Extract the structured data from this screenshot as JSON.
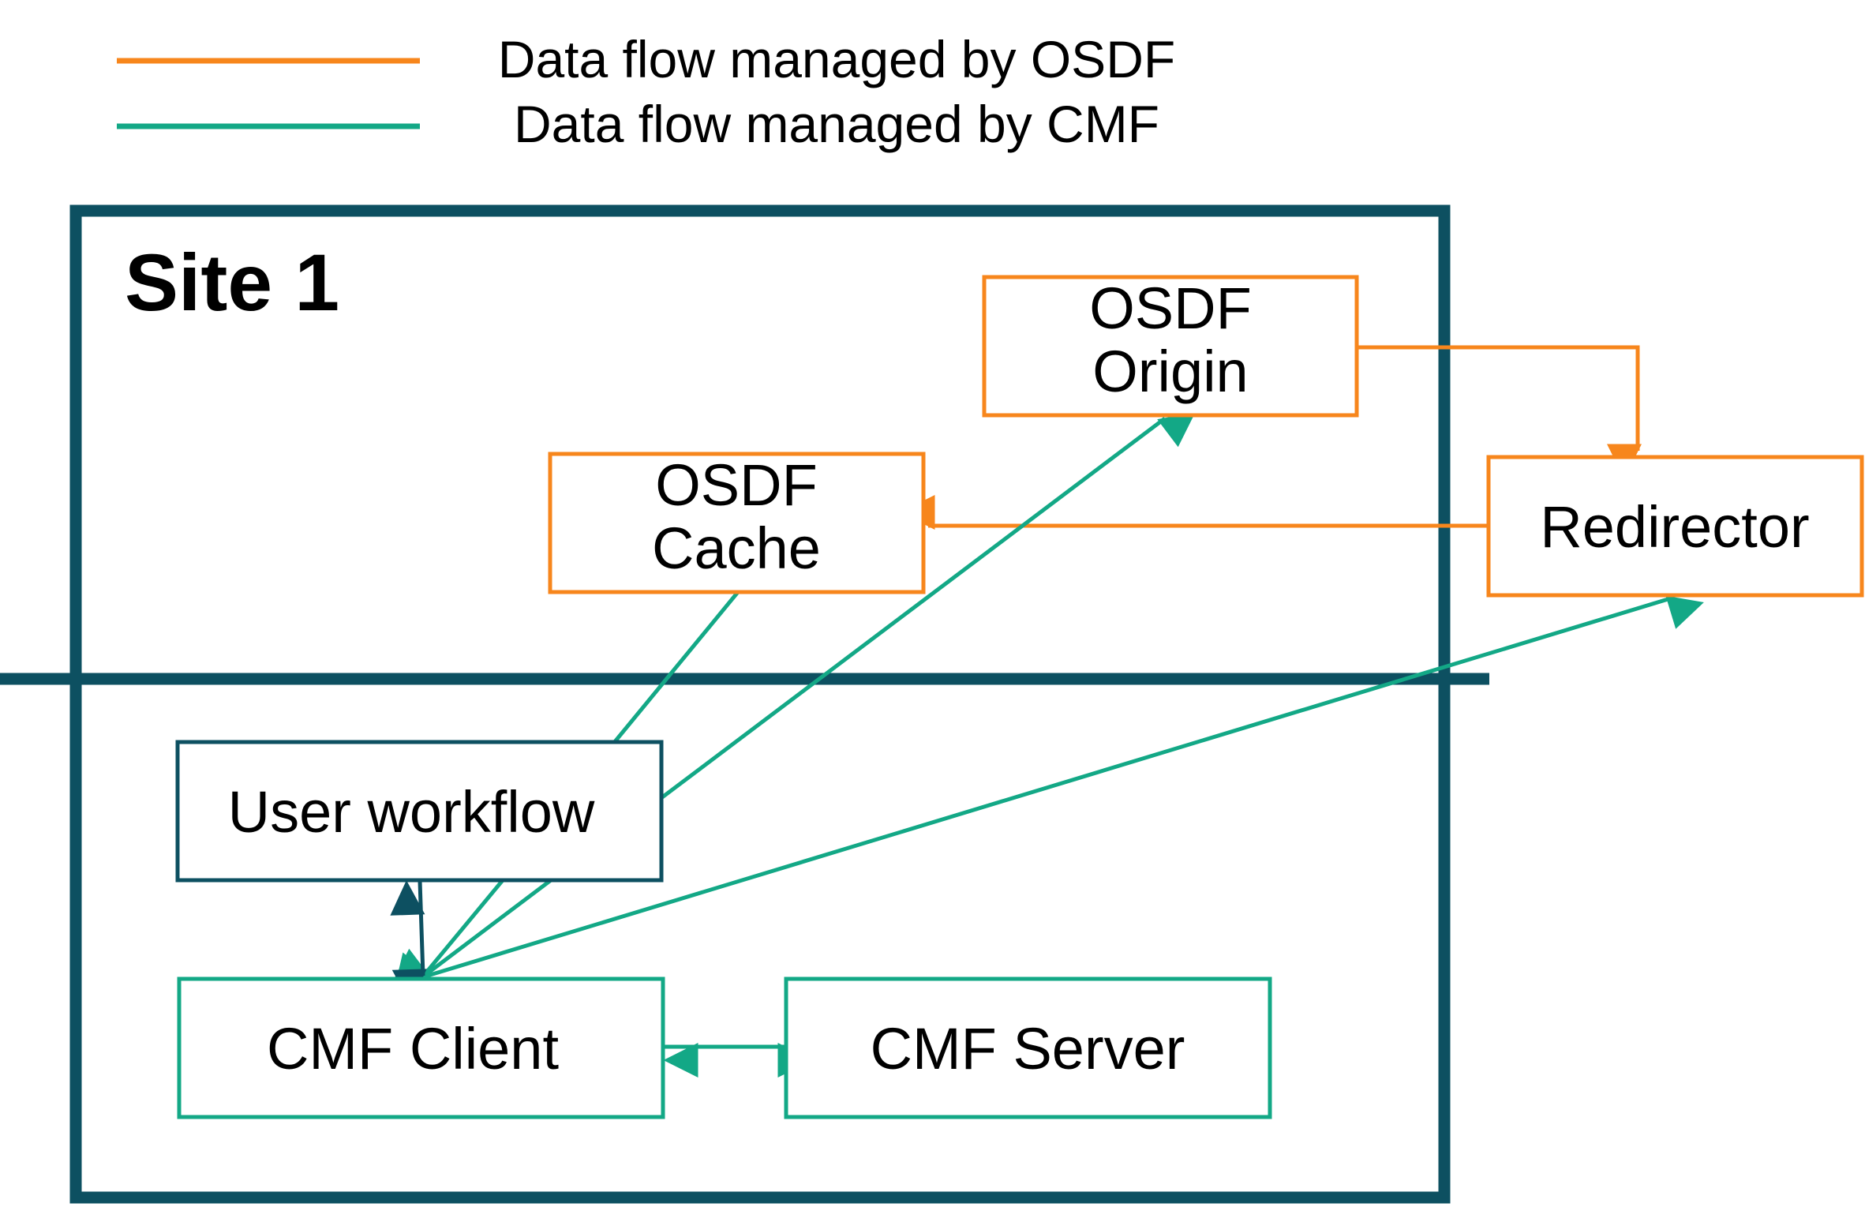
{
  "colors": {
    "osdf": "#f7861c",
    "cmf": "#13a886",
    "site": "#0d5061",
    "text": "#000000",
    "background": "#ffffff"
  },
  "legend": [
    {
      "label": "Data flow managed by OSDF",
      "color": "#f7861c"
    },
    {
      "label": "Data flow managed by CMF",
      "color": "#13a886"
    }
  ],
  "site": {
    "title": "Site 1"
  },
  "nodes": {
    "osdf_origin": {
      "lines": [
        "OSDF",
        "Origin"
      ],
      "color": "#f7861c"
    },
    "osdf_cache": {
      "lines": [
        "OSDF",
        "Cache"
      ],
      "color": "#f7861c"
    },
    "redirector": {
      "lines": [
        "Redirector"
      ],
      "color": "#f7861c"
    },
    "user_workflow": {
      "lines": [
        "User workflow"
      ],
      "color": "#0d5061"
    },
    "cmf_client": {
      "lines": [
        "CMF Client"
      ],
      "color": "#13a886"
    },
    "cmf_server": {
      "lines": [
        "CMF Server"
      ],
      "color": "#13a886"
    }
  }
}
